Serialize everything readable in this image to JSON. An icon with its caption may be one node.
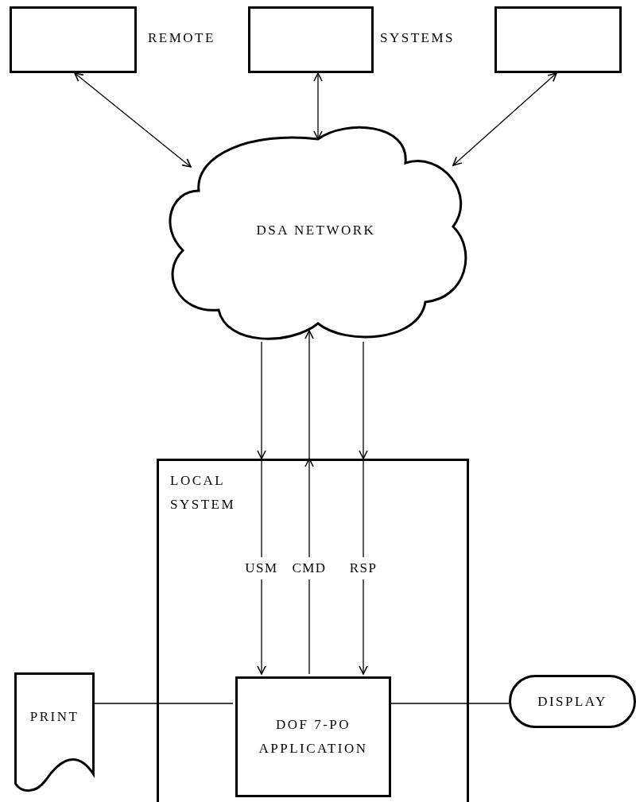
{
  "diagram": {
    "nodes": [
      {
        "text": [],
        "shape": "box"
      },
      {
        "text": [],
        "shape": "box"
      },
      {
        "text": [],
        "shape": "box"
      },
      {
        "text": [
          "DSA NETWORK"
        ]
      },
      {
        "text": [
          "LOCAL SYSTEM"
        ]
      },
      {
        "text": [
          "DOF 7-PO APPLICATION"
        ],
        "in": 4
      },
      {
        "text": [
          "PRINT"
        ]
      },
      {
        "text": [
          "DISPLAY"
        ]
      }
    ],
    "edges": [
      {
        "from": 0,
        "to": 3,
        "arrow": "both"
      },
      {
        "from": 1,
        "to": 3,
        "arrow": "both"
      },
      {
        "from": 2,
        "to": 3,
        "arrow": "both"
      },
      {
        "from": 3,
        "to": 5,
        "arrow": "to",
        "label": "USM"
      },
      {
        "from": 5,
        "to": 3,
        "arrow": "to",
        "label": "CMD"
      },
      {
        "from": 3,
        "to": 5,
        "arrow": "to",
        "label": "RSP"
      },
      {
        "from": 6,
        "to": 5,
        "arrow": "none"
      },
      {
        "from": 5,
        "to": 7,
        "arrow": "none"
      }
    ],
    "labels": [
      "REMOTE",
      "SYSTEMS"
    ]
  }
}
